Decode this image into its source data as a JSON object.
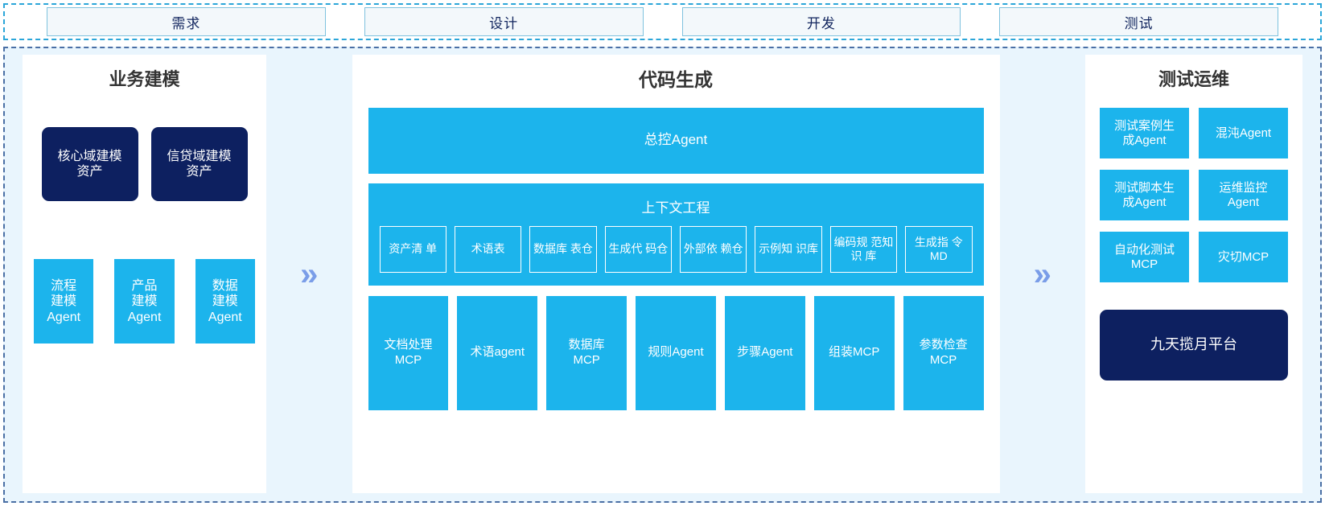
{
  "phases": {
    "items": [
      {
        "label": "需求"
      },
      {
        "label": "设计"
      },
      {
        "label": "开发"
      },
      {
        "label": "测试"
      }
    ]
  },
  "connectors": {
    "glyph": "»",
    "left_to_center": "»",
    "center_to_right": "»"
  },
  "colors": {
    "cyan": "#1cb4ec",
    "navy": "#0d2060",
    "panel_bg": "#ffffff",
    "body_bg": "#e9f5fd",
    "chevron": "#7a9de8",
    "phase_border": "#7fc2de",
    "phase_fill": "#f3f8fb",
    "title_text": "#333333"
  },
  "business_modeling": {
    "title": "业务建模",
    "assets": [
      {
        "label": "核心域建模\n资产"
      },
      {
        "label": "信贷域建模\n资产"
      }
    ],
    "agents": [
      {
        "label": "流程\n建模\nAgent"
      },
      {
        "label": "产品\n建模\nAgent"
      },
      {
        "label": "数据\n建模\nAgent"
      }
    ]
  },
  "code_generation": {
    "title": "代码生成",
    "controller": {
      "label": "总控Agent"
    },
    "context_engineering": {
      "title": "上下文工程",
      "items": [
        {
          "label": "资产清\n单"
        },
        {
          "label": "术语表"
        },
        {
          "label": "数据库\n表仓"
        },
        {
          "label": "生成代\n码仓"
        },
        {
          "label": "外部依\n赖仓"
        },
        {
          "label": "示例知\n识库"
        },
        {
          "label": "编码规\n范知识\n库"
        },
        {
          "label": "生成指\n令MD"
        }
      ]
    },
    "tools": [
      {
        "label": "文档处理\nMCP"
      },
      {
        "label": "术语agent"
      },
      {
        "label": "数据库\nMCP"
      },
      {
        "label": "规则Agent"
      },
      {
        "label": "步骤Agent"
      },
      {
        "label": "组装MCP"
      },
      {
        "label": "参数检查\nMCP"
      }
    ]
  },
  "test_ops": {
    "title": "测试运维",
    "cards": [
      {
        "label": "测试案例生\n成Agent"
      },
      {
        "label": "混沌Agent"
      },
      {
        "label": "测试脚本生\n成Agent"
      },
      {
        "label": "运维监控\nAgent"
      },
      {
        "label": "自动化测试\nMCP"
      },
      {
        "label": "灾切MCP"
      }
    ],
    "platform": {
      "label": "九天揽月平台"
    }
  }
}
